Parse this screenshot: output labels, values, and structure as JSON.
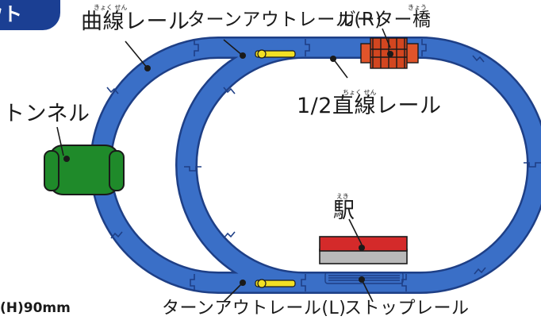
{
  "header": {
    "title": "ウト",
    "color": "#1b3f93"
  },
  "size_note": "(H)90mm",
  "colors": {
    "track": "#3a6fc7",
    "track_edge": "#1e3f86",
    "tunnel": "#1f8a2a",
    "bridge": "#e0542a",
    "station_roof": "#d42a2a",
    "station_base": "#b9b9b9",
    "switch_lever": "#f2e024"
  },
  "labels": {
    "curve_rail": {
      "text": "曲線レール",
      "ruby": "きょく せん"
    },
    "turnout_r": {
      "text": "ターンアウトレール(R)"
    },
    "girder_bridge": {
      "text": "ガーター橋",
      "ruby": "きょう"
    },
    "half_straight": {
      "text": "1/2直線レール",
      "ruby": "ちょく せん"
    },
    "tunnel": {
      "text": "トンネル"
    },
    "station": {
      "text": "駅",
      "ruby": "えき"
    },
    "turnout_l": {
      "text": "ターンアウトレール(L)"
    },
    "stop_rail": {
      "text": "ストップレール"
    }
  }
}
